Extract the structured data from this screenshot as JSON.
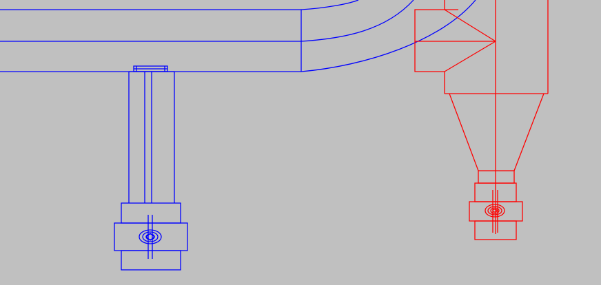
{
  "viewport": {
    "background_color": "#c0c0c0"
  },
  "drawing": {
    "duct_color": "#0000ff",
    "cyclone_color": "#ff0000",
    "components": [
      {
        "name": "horizontal-duct",
        "icon": "duct-outline"
      },
      {
        "name": "elbow-bend",
        "icon": "curved-duct"
      },
      {
        "name": "vertical-drop-pipe",
        "icon": "pipe-outline"
      },
      {
        "name": "blue-valve",
        "icon": "valve-icon"
      },
      {
        "name": "cyclone-separator",
        "icon": "cyclone-outline"
      },
      {
        "name": "red-valve",
        "icon": "valve-icon"
      }
    ]
  }
}
